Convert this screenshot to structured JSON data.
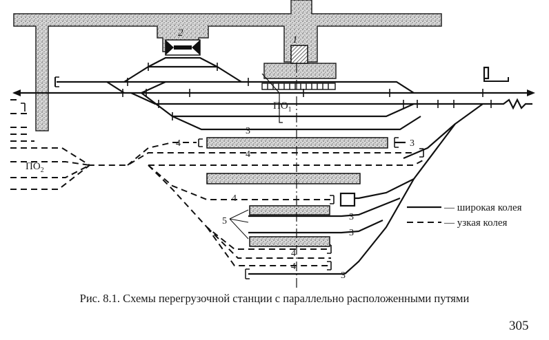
{
  "labels": {
    "warehouse_1": "1",
    "warehouse_2": "2",
    "po1": "ПО",
    "po1_sub": "1",
    "po2": "ПО",
    "po2_sub": "2",
    "track_3": "3",
    "track_4": "4",
    "track_5": "5"
  },
  "legend": {
    "wide_gauge": "— широкая колея",
    "narrow_gauge": "— узкая колея"
  },
  "caption": "Рис. 8.1. Схемы перегрузочной станции с параллельно расположенными путями",
  "page_number": "305",
  "colors": {
    "ink": "#1a1a1a",
    "stipple_bg": "#d4d4d4",
    "paper": "#ffffff"
  }
}
